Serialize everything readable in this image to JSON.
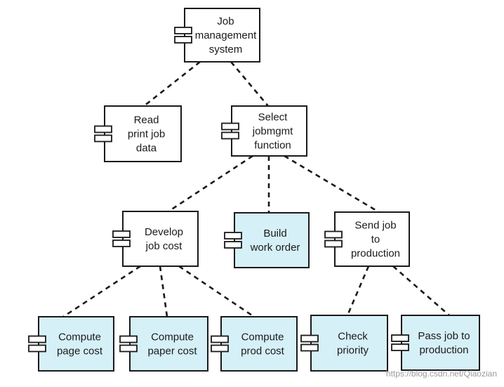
{
  "colors": {
    "plain_fill": "#ffffff",
    "highlight_fill": "#d6f0f8",
    "stroke": "#1a1a1a"
  },
  "components": {
    "job_mgmt": {
      "lines": [
        "Job",
        "management",
        "system"
      ],
      "highlight": false,
      "icon": "component-icon"
    },
    "read_print": {
      "lines": [
        "Read",
        "print job",
        "data"
      ],
      "highlight": false,
      "icon": "component-icon"
    },
    "select_func": {
      "lines": [
        "Select",
        "jobmgmt",
        "function"
      ],
      "highlight": false,
      "icon": "component-icon"
    },
    "develop_cost": {
      "lines": [
        "Develop",
        "job cost"
      ],
      "highlight": false,
      "icon": "component-icon"
    },
    "build_order": {
      "lines": [
        "Build",
        "work order"
      ],
      "highlight": true,
      "icon": "component-icon"
    },
    "send_job": {
      "lines": [
        "Send job",
        "to",
        "production"
      ],
      "highlight": false,
      "icon": "component-icon"
    },
    "page_cost": {
      "lines": [
        "Compute",
        "page cost"
      ],
      "highlight": true,
      "icon": "component-icon"
    },
    "paper_cost": {
      "lines": [
        "Compute",
        "paper cost"
      ],
      "highlight": true,
      "icon": "component-icon"
    },
    "prod_cost": {
      "lines": [
        "Compute",
        "prod cost"
      ],
      "highlight": true,
      "icon": "component-icon"
    },
    "check_priority": {
      "lines": [
        "Check",
        "priority"
      ],
      "highlight": true,
      "icon": "component-icon"
    },
    "pass_job": {
      "lines": [
        "Pass job to",
        "production"
      ],
      "highlight": true,
      "icon": "component-icon"
    }
  },
  "connections": [
    [
      "job_mgmt",
      "read_print"
    ],
    [
      "job_mgmt",
      "select_func"
    ],
    [
      "select_func",
      "develop_cost"
    ],
    [
      "select_func",
      "build_order"
    ],
    [
      "select_func",
      "send_job"
    ],
    [
      "develop_cost",
      "page_cost"
    ],
    [
      "develop_cost",
      "paper_cost"
    ],
    [
      "develop_cost",
      "prod_cost"
    ],
    [
      "send_job",
      "check_priority"
    ],
    [
      "send_job",
      "pass_job"
    ]
  ],
  "watermark": "https://blog.csdn.net/Qiaozian"
}
